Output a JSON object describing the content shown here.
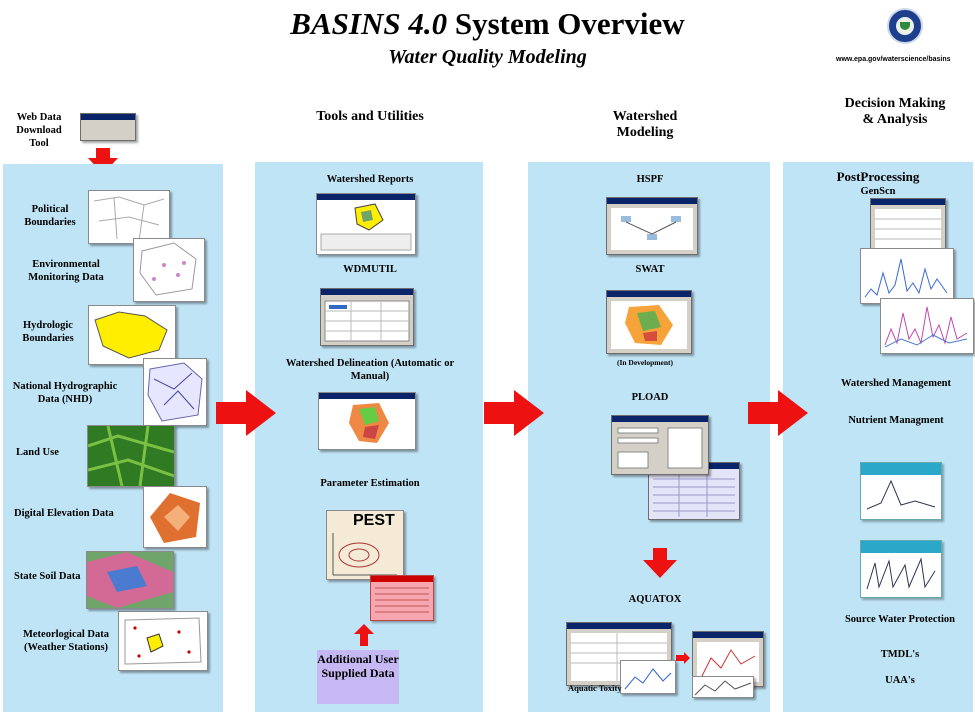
{
  "header": {
    "title_italic": "BASINS 4.0",
    "title_rest": "System Overview",
    "subtitle": "Water Quality Modeling",
    "url": "www.epa.gov/waterscience/basins"
  },
  "columns": {
    "data": {
      "download_tool": "Web Data Download Tool",
      "items": [
        "Political Boundaries",
        "Environmental Monitoring Data",
        "Hydrologic Boundaries",
        "National Hydrographic Data (NHD)",
        "Land Use",
        "Digital Elevation Data",
        "State Soil Data",
        "Meteorlogical Data (Weather Stations)"
      ]
    },
    "tools": {
      "heading": "Tools and Utilities",
      "watershed_reports": "Watershed Reports",
      "wdmutil": "WDMUTIL",
      "delineation": "Watershed Delineation (Automatic or Manual)",
      "parameter_estimation": "Parameter Estimation",
      "pest_logo": "PEST",
      "additional_data": "Additional User Supplied Data"
    },
    "modeling": {
      "heading": "Watershed Modeling",
      "hspf": "HSPF",
      "swat": "SWAT",
      "in_development": "(In Development)",
      "pload": "PLOAD",
      "aquatox": "AQUATOX",
      "aquatic_toxicity": "Aquatic Toxity"
    },
    "decision": {
      "heading": "Decision Making & Analysis",
      "postprocessing": "PostProcessing",
      "genscn": "GenScn",
      "watershed_management": "Watershed Management",
      "nutrient_management": "Nutrient Managment",
      "source_water": "Source Water Protection",
      "tmdl": "TMDL's",
      "uaa": "UAA's"
    }
  },
  "colors": {
    "panel": "#bfe4f6",
    "arrow": "#ee1111",
    "supplied_box": "#c6b8f2"
  }
}
